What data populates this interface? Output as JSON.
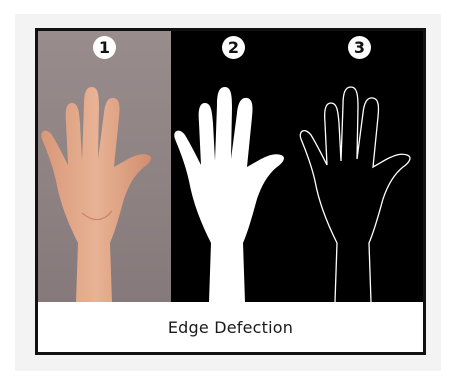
{
  "panels": [
    {
      "number": "1",
      "style": "photo",
      "icon": "hand-photo-icon"
    },
    {
      "number": "2",
      "style": "silhouette",
      "icon": "hand-silhouette-icon"
    },
    {
      "number": "3",
      "style": "edge outline",
      "icon": "hand-outline-icon"
    }
  ],
  "caption": "Edge Defection",
  "colors": {
    "photo_background": "#8f8384",
    "skin": "#e3a98a",
    "black_background": "#000000",
    "silhouette": "#ffffff",
    "outline": "#ffffff",
    "frame": "#111111",
    "card_background": "#f3f3f3"
  }
}
